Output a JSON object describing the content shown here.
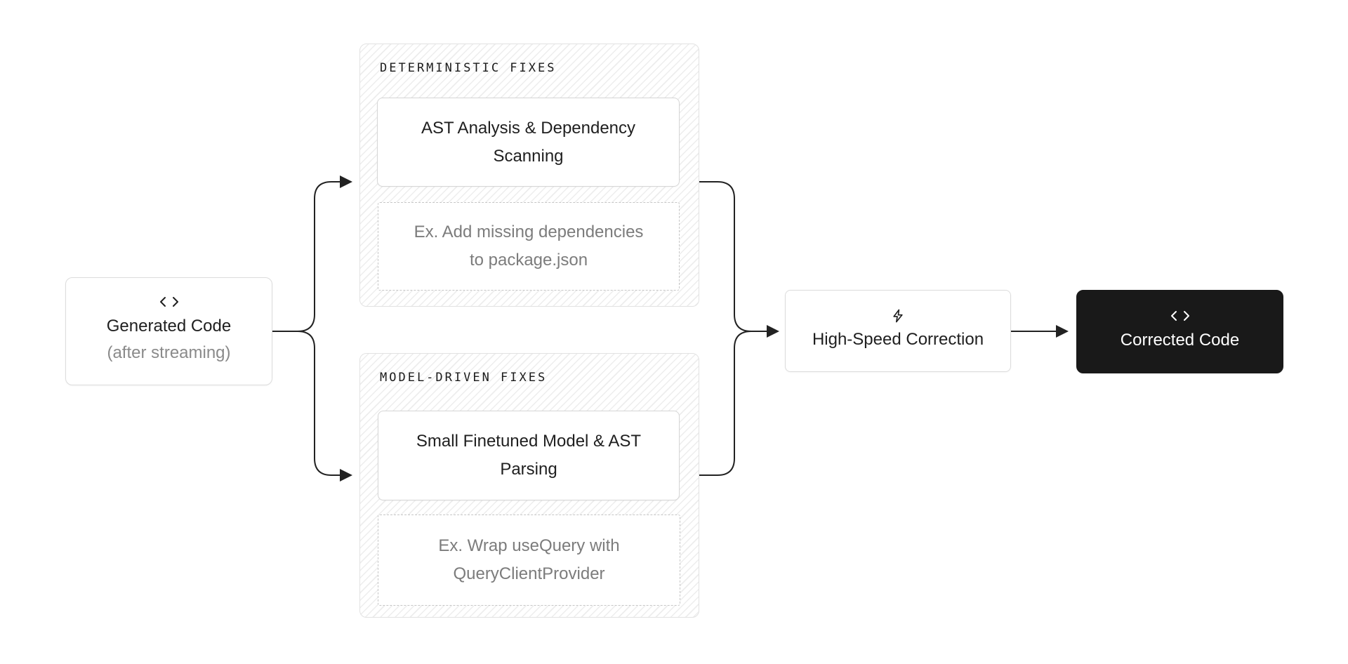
{
  "nodes": {
    "generated": {
      "icon": "code-icon",
      "label": "Generated Code",
      "sublabel": "(after streaming)"
    },
    "high_speed": {
      "icon": "lightning-icon",
      "label": "High-Speed Correction"
    },
    "corrected": {
      "icon": "code-icon",
      "label": "Corrected Code"
    }
  },
  "groups": {
    "deterministic": {
      "title": "DETERMINISTIC FIXES",
      "main": "AST Analysis & Dependency Scanning",
      "example": "Ex. Add missing dependencies to package.json"
    },
    "model_driven": {
      "title": "MODEL-DRIVEN FIXES",
      "main": "Small Finetuned Model & AST Parsing",
      "example": "Ex. Wrap useQuery with QueryClientProvider"
    }
  },
  "colors": {
    "background": "#ffffff",
    "text_primary": "#1f1f1f",
    "text_muted": "#7c7c7c",
    "sublabel_muted": "#8a8a8a",
    "node_dark_bg": "#191919",
    "node_dark_text": "#ffffff",
    "border_light": "#dcdcdc",
    "dashed_border": "#c6c6c6",
    "hatch_line": "#ededed",
    "arrow": "#222222"
  }
}
